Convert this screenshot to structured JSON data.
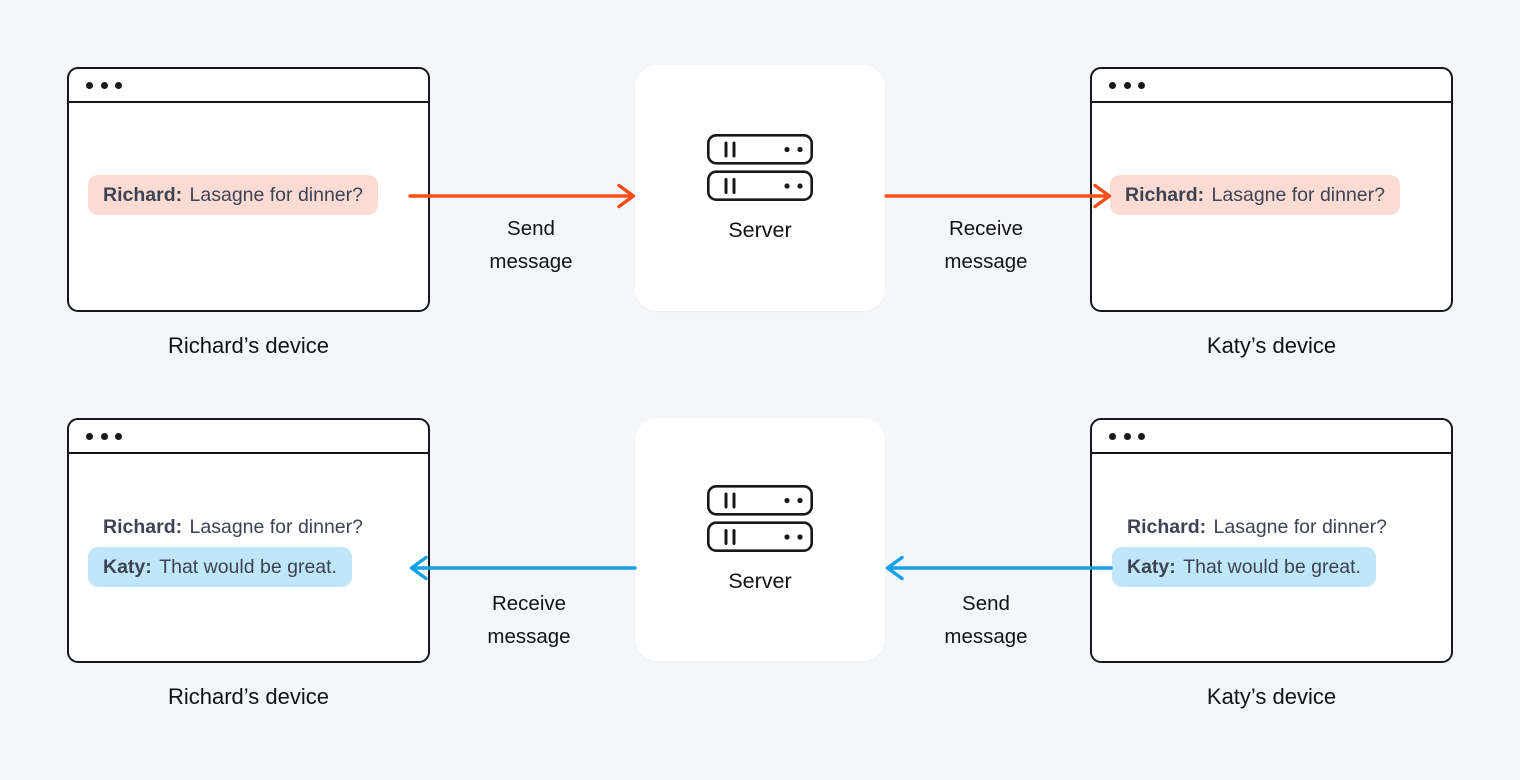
{
  "colors": {
    "page_background": "#f5f6f9",
    "window_outline": "#17181c",
    "richard_highlight": "#fcdcd2",
    "katy_highlight": "#bfe7f9",
    "send_flow_arrow": "#f94e19",
    "reply_flow_arrow": "#17a0e8",
    "message_text": "#3d4254",
    "label_text": "#121316"
  },
  "windows": {
    "top_left": {
      "device_label": "Richard’s device",
      "messages": [
        {
          "author": "Richard:",
          "text": "Lasagne for dinner?",
          "highlight": "richard"
        }
      ]
    },
    "top_right": {
      "device_label": "Katy’s device",
      "messages": [
        {
          "author": "Richard:",
          "text": "Lasagne for dinner?",
          "highlight": "richard"
        }
      ]
    },
    "bottom_left": {
      "device_label": "Richard’s device",
      "messages": [
        {
          "author": "Richard:",
          "text": "Lasagne for dinner?",
          "highlight": "none"
        },
        {
          "author": "Katy:",
          "text": "That would be great.",
          "highlight": "katy"
        }
      ]
    },
    "bottom_right": {
      "device_label": "Katy’s device",
      "messages": [
        {
          "author": "Richard:",
          "text": "Lasagne for dinner?",
          "highlight": "none"
        },
        {
          "author": "Katy:",
          "text": "That would be great.",
          "highlight": "katy"
        }
      ]
    }
  },
  "servers": {
    "top": {
      "label": "Server"
    },
    "bottom": {
      "label": "Server"
    }
  },
  "arrows": {
    "top_send": {
      "label": "Send message",
      "color": "#f94e19",
      "direction": "right"
    },
    "top_receive": {
      "label": "Receive message",
      "color": "#f94e19",
      "direction": "right"
    },
    "bottom_send": {
      "label": "Send message",
      "color": "#17a0e8",
      "direction": "left"
    },
    "bottom_receive": {
      "label": "Receive message",
      "color": "#17a0e8",
      "direction": "left"
    }
  }
}
